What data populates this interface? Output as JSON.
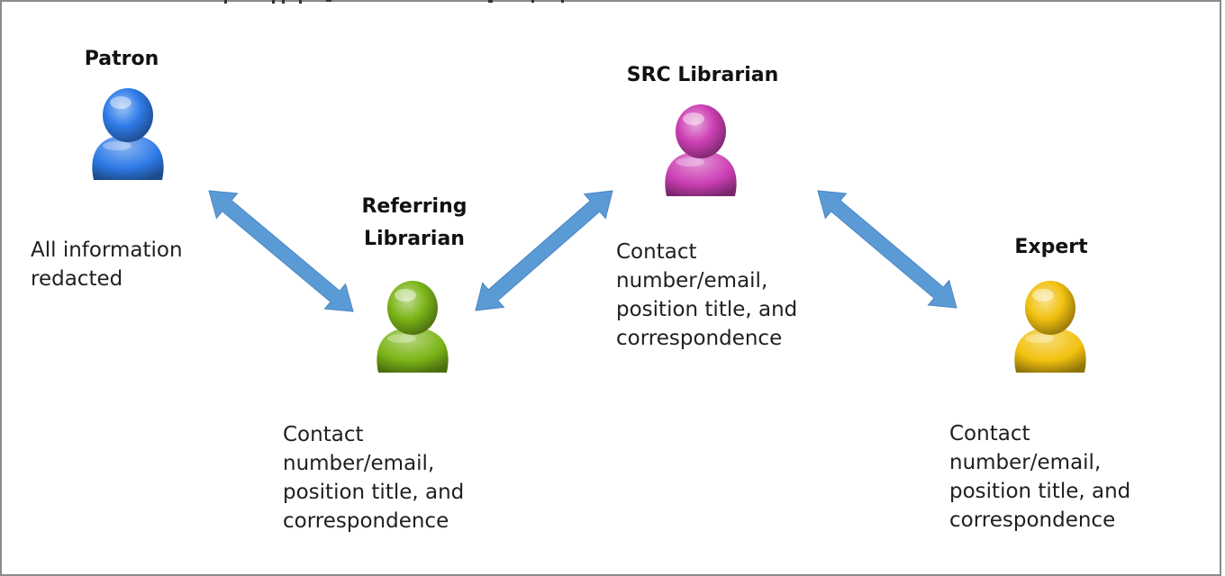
{
  "roles": {
    "patron": {
      "title": "Patron",
      "info": "All information\nredacted",
      "color": "#2f7be8"
    },
    "referring": {
      "title_line1": "Referring",
      "title_line2": "Librarian",
      "info": "Contact\nnumber/email,\nposition title, and\ncorrespondence",
      "color": "#7cb518"
    },
    "src": {
      "title": "SRC Librarian",
      "info": "Contact\nnumber/email,\nposition title, and\ncorrespondence",
      "color": "#cc3fb4"
    },
    "expert": {
      "title": "Expert",
      "info": "Contact\nnumber/email,\nposition title, and\ncorrespondence",
      "color": "#f2c10f"
    }
  },
  "connector_color": "#5b9bd5"
}
